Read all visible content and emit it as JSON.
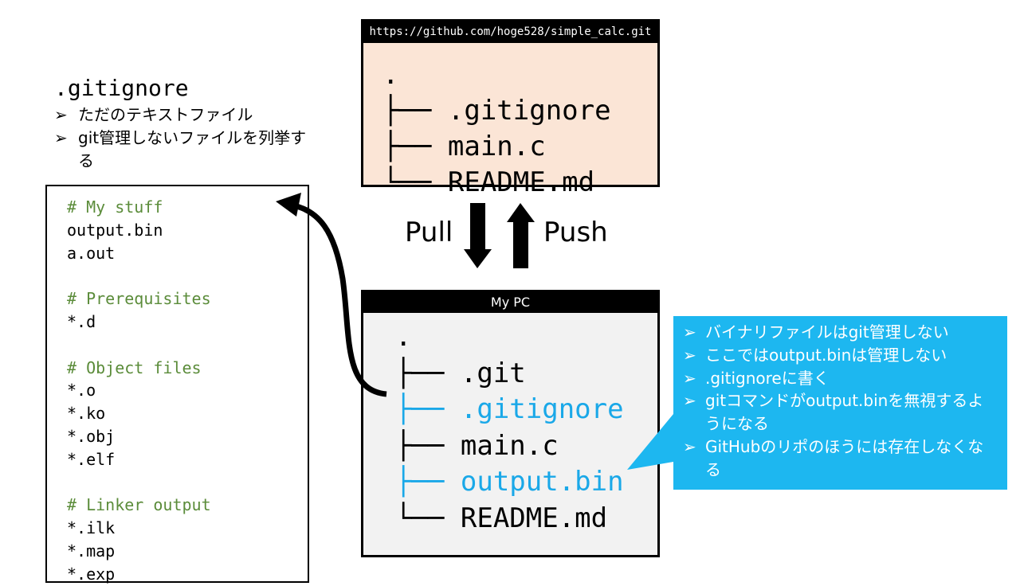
{
  "gitignore_info": {
    "title": ".gitignore",
    "bullets": [
      "ただのテキストファイル",
      "git管理しないファイルを列挙する"
    ]
  },
  "gitignore_file": {
    "lines": [
      {
        "text": "# My stuff",
        "comment": true
      },
      {
        "text": "output.bin"
      },
      {
        "text": "a.out"
      },
      {
        "text": ""
      },
      {
        "text": "# Prerequisites",
        "comment": true
      },
      {
        "text": "*.d"
      },
      {
        "text": ""
      },
      {
        "text": "# Object files",
        "comment": true
      },
      {
        "text": "*.o"
      },
      {
        "text": "*.ko"
      },
      {
        "text": "*.obj"
      },
      {
        "text": "*.elf"
      },
      {
        "text": ""
      },
      {
        "text": "# Linker output",
        "comment": true
      },
      {
        "text": "*.ilk"
      },
      {
        "text": "*.map"
      },
      {
        "text": "*.exp"
      }
    ]
  },
  "remote": {
    "header": "https://github.com/hoge528/simple_calc.git",
    "tree": [
      ".",
      "├── .gitignore",
      "├── main.c",
      "└── README.md"
    ]
  },
  "local": {
    "header": "My PC",
    "tree": [
      {
        "text": "."
      },
      {
        "text": "├── .git"
      },
      {
        "text": "├── .gitignore",
        "highlight": true
      },
      {
        "text": "├── main.c"
      },
      {
        "text": "├── output.bin",
        "highlight": true
      },
      {
        "text": "└── README.md"
      }
    ]
  },
  "arrows": {
    "pull": "Pull",
    "push": "Push"
  },
  "callout": {
    "bullets": [
      "バイナリファイルはgit管理しない",
      "ここではoutput.binは管理しない",
      ".gitignoreに書く",
      "gitコマンドがoutput.binを無視するようになる",
      "GitHubのリポのほうには存在しなくなる"
    ]
  },
  "colors": {
    "remote_bg": "#fbe5d6",
    "local_bg": "#f2f2f2",
    "callout_bg": "#1db7f0",
    "highlight": "#1aa8e8",
    "comment": "#5b8c3a"
  }
}
